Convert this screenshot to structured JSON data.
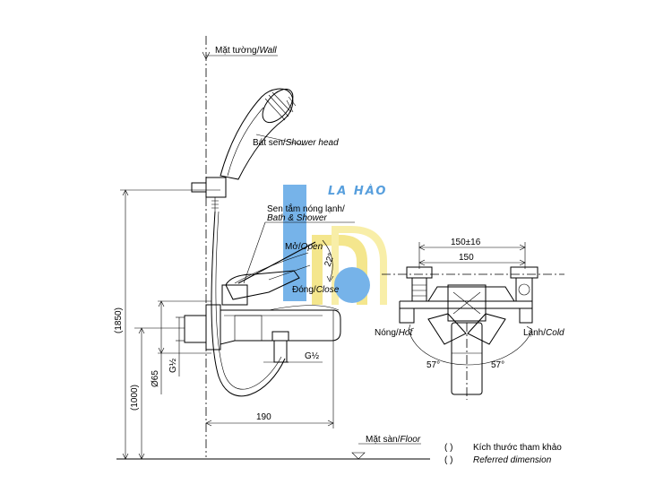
{
  "labels": {
    "wall": "Mặt tường/",
    "wall_en": "Wall",
    "shower_head": "Bát sen/",
    "shower_head_en": "Shower head",
    "bath_shower_vi": "Sen tắm nóng lạnh/",
    "bath_shower_en": "Bath & Shower",
    "open": "Mở/",
    "open_en": "Open",
    "close": "Đóng/",
    "close_en": "Close",
    "angle_22": "22°",
    "floor": "Mặt sàn/",
    "floor_en": "Floor",
    "hot": "Nóng/",
    "hot_en": "Hot",
    "cold": "Lạnh/",
    "cold_en": "Cold",
    "angle_57_left": "57°",
    "angle_57_right": "57°",
    "ref_vi": "Kích thước tham khảo",
    "ref_en": "Referred dimension",
    "paren": "(      )"
  },
  "dimensions": {
    "d1850": "(1850)",
    "d1000": "(1000)",
    "d65": "Ø65",
    "g_half_v": "G½",
    "g_half_h": "G½",
    "d190": "190",
    "d150tol": "150±16",
    "d150": "150"
  },
  "watermark": {
    "text": "LA HÀO",
    "color_blue": "#3b8fd8",
    "color_yellow": "#f3e27a"
  }
}
